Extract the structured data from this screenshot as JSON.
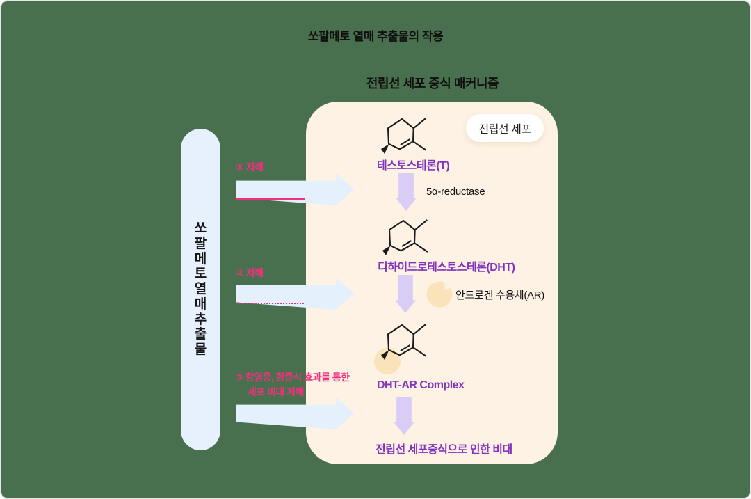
{
  "title": "쏘팔메토 열매 추출물의 작용",
  "subtitle": "전립선 세포 증식 매커니즘",
  "source": {
    "label": "쏘팔메토열매추출물"
  },
  "inhibitions": [
    {
      "label": "① 저해"
    },
    {
      "label": "② 저해"
    },
    {
      "label": "③ 항염증, 항증식 효과를 통한",
      "label2": "세포 비대 저해"
    }
  ],
  "pathway": {
    "badge": "전립선 세포",
    "enzyme": "5α-reductase",
    "receptor": "안드로겐 수용체(AR)",
    "nodes": [
      {
        "name": "테스토스테론(T)"
      },
      {
        "name": "디하이드로테스토스테론(DHT)"
      },
      {
        "name": "DHT-AR Complex"
      },
      {
        "name": "전립선 세포증식으로 인한 비대"
      }
    ]
  },
  "colors": {
    "background": "#48704E",
    "cell_box": "#FDF2E4",
    "extract_bar": "#E7F1FE",
    "flow_arrow": "#E5F0FD",
    "step_arrow": "#D9CDF6",
    "inhibition_text": "#F4307E",
    "pathway_text": "#8233BE",
    "receptor_circle": "#FAE3BB"
  }
}
